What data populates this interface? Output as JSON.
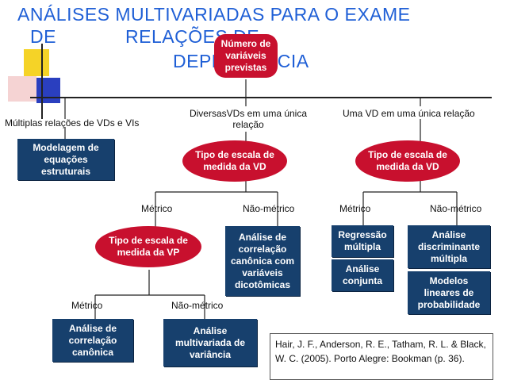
{
  "title": {
    "line1": "ANÁLISES MULTIVARIADAS PARA O EXAME",
    "line2a": "DE",
    "line2b": "RELAÇÕES DE",
    "line3": "DEPENDÊNCIA"
  },
  "root": {
    "label": "Número de variáveis previstas"
  },
  "branches": {
    "multiple": "Múltiplas relações de VDs e VIs",
    "several": "DiversasVDs em uma única relação",
    "single": "Uma VD em uma única relação"
  },
  "nodes": {
    "sem": "Modelagem de equações estruturais",
    "scale_vd_left": "Tipo de escala de medida da VD",
    "scale_vd_right": "Tipo de escala de medida da VD",
    "scale_vp": "Tipo de escala de medida da VP",
    "canonical_dummy": "Análise de correlação canônica com variáveis dicotômicas",
    "multiple_regression": "Regressão múltipla",
    "conjoint": "Análise conjunta",
    "discriminant": "Análise discriminante múltipla",
    "linear_prob": "Modelos lineares de probabilidade",
    "canonical": "Análise de correlação canônica",
    "manova": "Análise multivariada de variância"
  },
  "edge_labels": {
    "metric_left": "Métrico",
    "nonmetric_left": "Não-métrico",
    "metric_right": "Métrico",
    "nonmetric_right": "Não-métrico",
    "metric_vp": "Métrico",
    "nonmetric_vp": "Não-métrico"
  },
  "reference": "Hair, J. F., Anderson, R. E., Tatham, R. L. & Black, W. C. (2005). Porto Alegre: Bookman (p. 36).",
  "colors": {
    "title": "#1f5fd6",
    "node_blue": "#17406d",
    "node_red": "#c8102e",
    "deco_yellow": "#f5d327",
    "deco_blue": "#2a3fbf",
    "deco_red": "#e0202a"
  }
}
